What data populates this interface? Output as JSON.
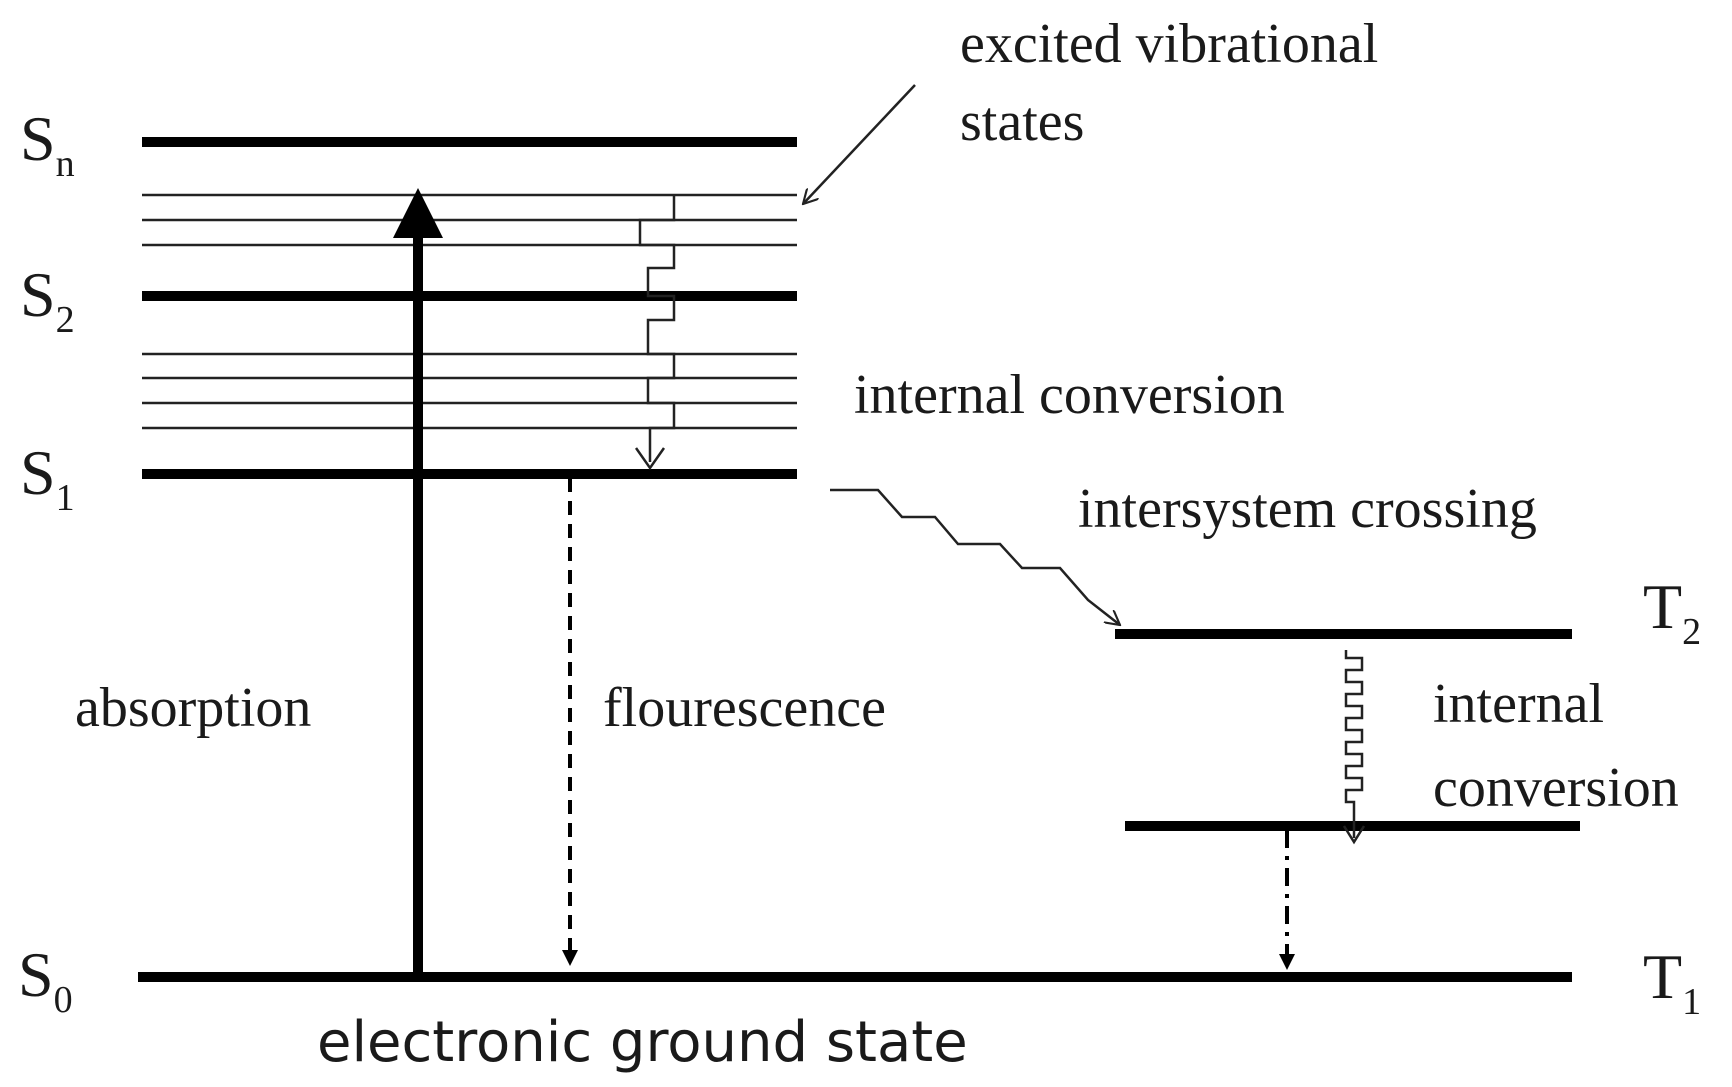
{
  "levels": {
    "sn": {
      "label": "S",
      "sub": "n"
    },
    "s2": {
      "label": "S",
      "sub": "2"
    },
    "s1": {
      "label": "S",
      "sub": "1"
    },
    "s0": {
      "label": "S",
      "sub": "0"
    },
    "t2": {
      "label": "T",
      "sub": "2"
    },
    "t1": {
      "label": "T",
      "sub": "1"
    }
  },
  "annotations": {
    "excited_line1": "excited vibrational",
    "excited_line2": "states",
    "internal_conversion": "internal conversion",
    "intersystem_crossing": "intersystem crossing",
    "internal_line1": "internal",
    "internal_line2": "conversion",
    "absorption": "absorption",
    "fluorescence": "flourescence",
    "ground_state": "electronic ground state"
  }
}
